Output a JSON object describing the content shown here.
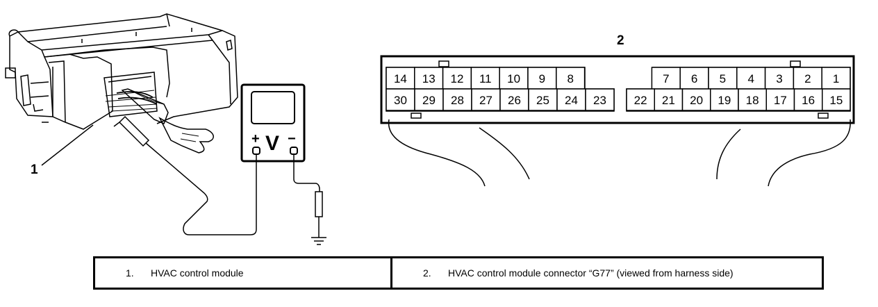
{
  "callouts": {
    "module_number": "1",
    "connector_number": "2"
  },
  "meter": {
    "symbol": "V",
    "positive": "+",
    "negative": "−"
  },
  "connector": {
    "top_row_left": [
      "14",
      "13",
      "12",
      "11",
      "10",
      "9",
      "8"
    ],
    "top_row_right": [
      "7",
      "6",
      "5",
      "4",
      "3",
      "2",
      "1"
    ],
    "bottom_row": [
      "30",
      "29",
      "28",
      "27",
      "26",
      "25",
      "24",
      "23",
      "22",
      "21",
      "20",
      "19",
      "18",
      "17",
      "16",
      "15"
    ]
  },
  "legend": {
    "items": [
      {
        "number": "1.",
        "text": "HVAC control module"
      },
      {
        "number": "2.",
        "text": "HVAC control module connector “G77” (viewed from harness side)"
      }
    ]
  }
}
